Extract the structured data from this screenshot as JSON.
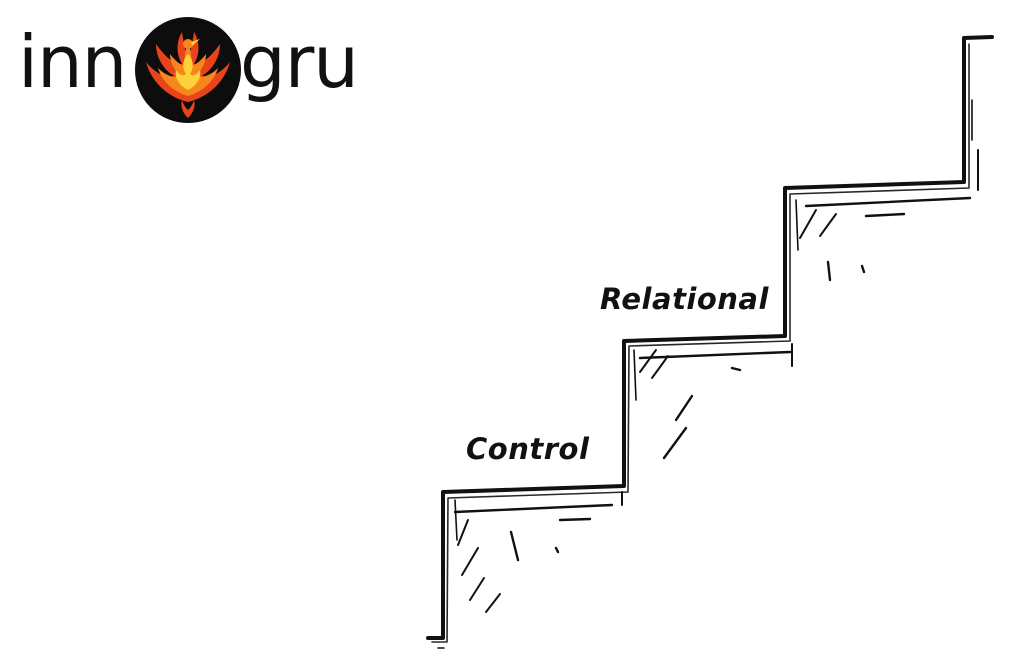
{
  "logo": {
    "text_left": "inn",
    "text_right": "gru",
    "emblem": "phoenix-icon",
    "colors": {
      "text": "#111111",
      "circle": "#0d0d0d",
      "flame_outer": "#e8431a",
      "flame_mid": "#f7861c",
      "flame_inner": "#ffd23a"
    }
  },
  "diagram": {
    "type": "staircase",
    "steps": [
      {
        "label": "Control"
      },
      {
        "label": "Relational"
      },
      {
        "label": ""
      }
    ],
    "stroke_color": "#111111"
  }
}
